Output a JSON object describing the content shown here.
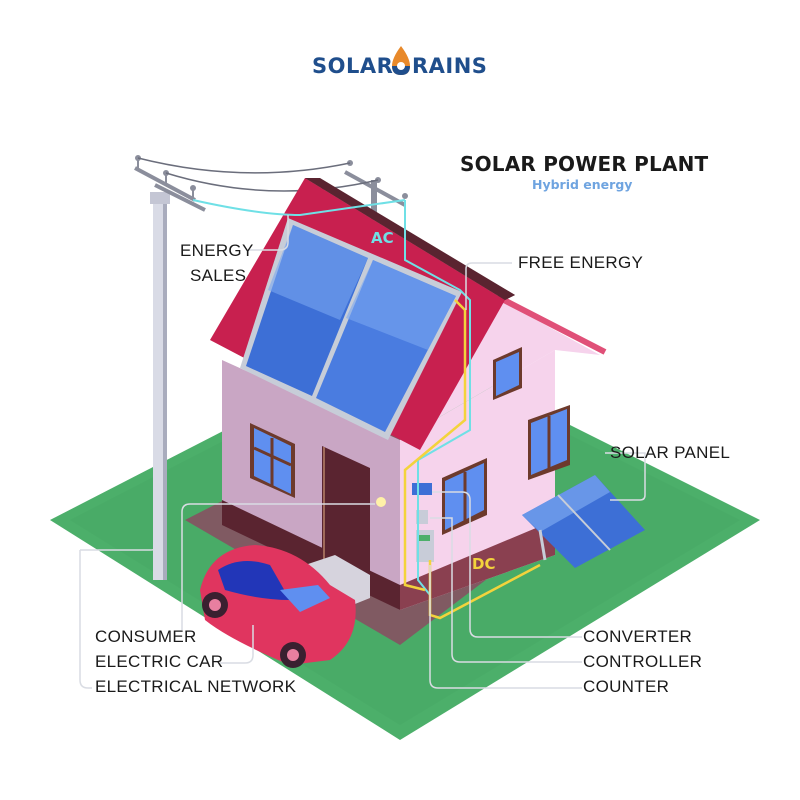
{
  "brand": {
    "logo_left": "SOLAR",
    "logo_right": "RAINS",
    "logo_icon": "sun-drop-icon",
    "colors": {
      "navy": "#1f4e8c",
      "orange": "#e8892a"
    }
  },
  "header": {
    "title": "SOLAR POWER PLANT",
    "subtitle": "Hybrid energy"
  },
  "wires": {
    "ac_label": "AC",
    "dc_label": "DC",
    "ac_color": "#6fe0e6",
    "dc_color": "#f3d33c"
  },
  "labels": {
    "energy_sales_line1": "ENERGY",
    "energy_sales_line2": "SALES",
    "free_energy": "FREE ENERGY",
    "solar_panel": "SOLAR PANEL",
    "consumer": "CONSUMER",
    "electric_car": "ELECTRIC CAR",
    "electrical_network": "ELECTRICAL NETWORK",
    "converter": "CONVERTER",
    "controller": "CONTROLLER",
    "counter": "COUNTER"
  },
  "palette": {
    "grass": "#4caf6a",
    "roof": "#c8204f",
    "roof_dark": "#5a2430",
    "wall_front": "#c9a6c4",
    "wall_side": "#f6d3ec",
    "panel_blue": "#3d6fd6",
    "car": "#e0355f"
  }
}
